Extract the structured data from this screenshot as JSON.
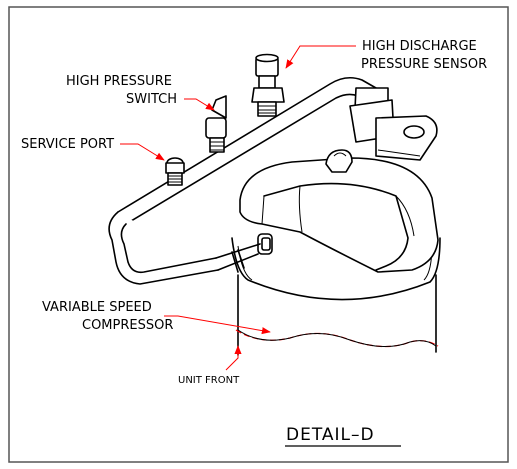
{
  "labels": {
    "high_discharge_line1": "HIGH DISCHARGE",
    "high_discharge_line2": "PRESSURE SENSOR",
    "high_pressure_line1": "HIGH PRESSURE",
    "high_pressure_line2": "SWITCH",
    "service_port": "SERVICE PORT",
    "variable_speed_line1": "VARIABLE SPEED",
    "variable_speed_line2": "COMPRESSOR",
    "unit_front": "UNIT FRONT",
    "detail": "DETAIL–D"
  },
  "colors": {
    "line": "#000000",
    "leader": "#ff0000",
    "background": "#ffffff",
    "frame": "#555555"
  },
  "icons": {
    "leader_arrowhead": "red-arrow-icon"
  }
}
